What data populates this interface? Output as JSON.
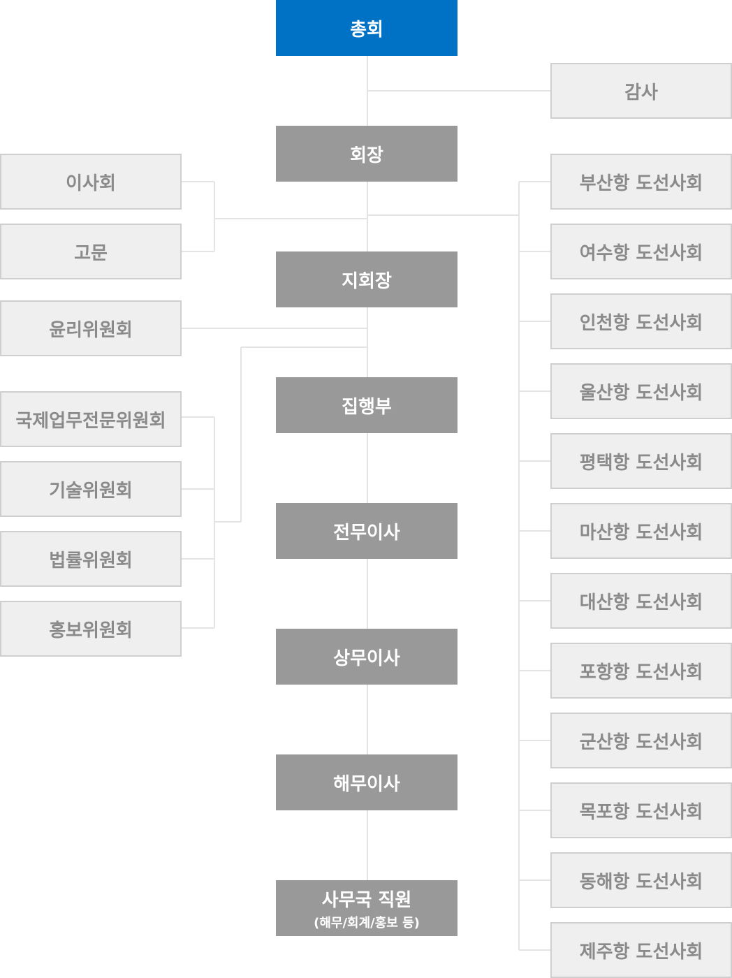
{
  "center": {
    "general_assembly": "총회",
    "chairman": "회장",
    "vice_chairman": "지회장",
    "executive": "집행부",
    "managing_director": "전무이사",
    "standing_director": "상무이사",
    "maritime_director": "해무이사",
    "secretariat": "사무국 직원",
    "secretariat_sub": "(해무/회계/홍보 등)"
  },
  "audit": "감사",
  "left": {
    "board": "이사회",
    "advisor": "고문",
    "ethics": "윤리위원회",
    "international": "국제업무전문위원회",
    "technical": "기술위원회",
    "legal": "법률위원회",
    "pr": "홍보위원회"
  },
  "ports": [
    "부산항 도선사회",
    "여수항 도선사회",
    "인천항 도선사회",
    "울산항 도선사회",
    "평택항 도선사회",
    "마산항 도선사회",
    "대산항 도선사회",
    "포항항 도선사회",
    "군산항 도선사회",
    "목포항 도선사회",
    "동해항 도선사회",
    "제주항 도선사회"
  ],
  "colors": {
    "top_box": "#0072c6",
    "center_box": "#999999",
    "side_box": "#efefef",
    "side_text": "#8a8a8a",
    "line": "#e6e6e6"
  }
}
